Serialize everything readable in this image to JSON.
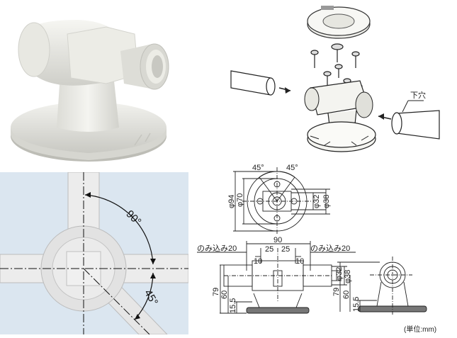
{
  "assembly": {
    "hole_label": "下穴"
  },
  "angle_view": {
    "angle_90": "90°",
    "angle_45": "45°"
  },
  "top_view": {
    "angle_left": "45°",
    "angle_right": "45°",
    "dim_outer": "φ94",
    "dim_base": "φ70",
    "dim_pipe_a": "φ32",
    "dim_pipe_b": "φ38"
  },
  "front_view": {
    "width_total": "90",
    "insert_left": "のみ込み20",
    "insert_right": "のみ込み20",
    "half_left": "25",
    "half_right": "25",
    "wall_left": "10",
    "wall_right": "10",
    "pipe_a": "φ32",
    "pipe_b": "φ38",
    "height_total": "79",
    "height_center": "60",
    "height_base": "15.5"
  },
  "side_view": {
    "height_total": "79",
    "height_center": "60",
    "height_base": "15.5"
  },
  "unit_note": "(単位:mm)"
}
